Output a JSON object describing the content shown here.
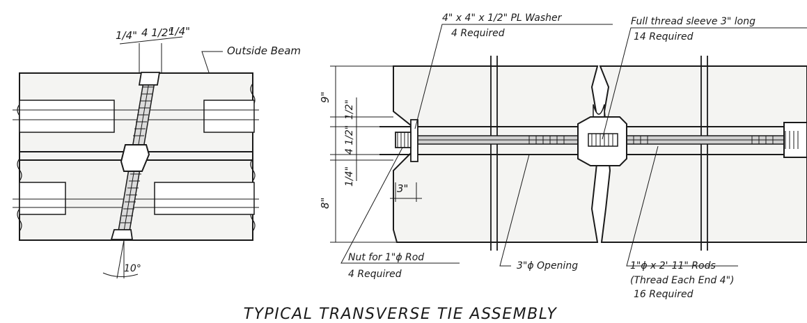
{
  "title": "TYPICAL TRANSVERSE TIE ASSEMBLY",
  "left_view": {
    "dims": [
      "1/4\"",
      "4 1/2\"",
      "1/4\""
    ],
    "outside_beam": "Outside Beam",
    "angle": "10°"
  },
  "right_view": {
    "washer": {
      "line1": "4\" x 4\" x 1/2\" PL Washer",
      "line2": "4 Required"
    },
    "sleeve": {
      "line1": "Full thread sleeve 3\" long",
      "line2": "14 Required"
    },
    "nut": {
      "line1": "Nut for 1\"ϕ Rod",
      "line2": "4 Required"
    },
    "opening": "3\"ϕ Opening",
    "rods": {
      "line1": "1\"ϕ x 2'-11\" Rods",
      "line2": "(Thread Each End 4\")",
      "line3": "16 Required"
    },
    "dims": {
      "d9": "9\"",
      "d_half": "1/2\"",
      "d4half": "4 1/2\"",
      "d_quarter": "1/4\"",
      "d8": "8\"",
      "d3": "3\""
    }
  }
}
